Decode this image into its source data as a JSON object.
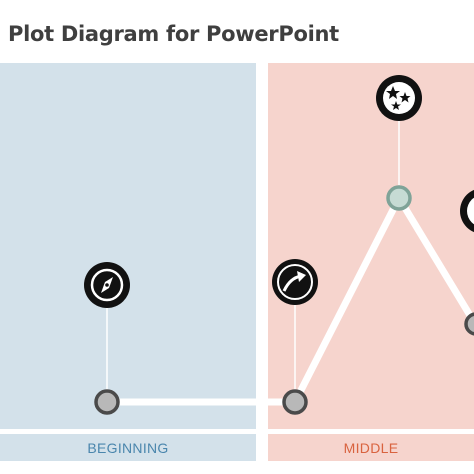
{
  "title": "Plot Diagram for PowerPoint",
  "stages": [
    {
      "label": "BEGINNING",
      "color": "#4a86ad",
      "panel_color": "#d3e1ea"
    },
    {
      "label": "MIDDLE",
      "color": "#d9633f",
      "panel_color": "#f6d4cd"
    }
  ],
  "icons": [
    "compass-icon",
    "arrow-curve-icon",
    "stars-icon"
  ],
  "line_color": "#ffffff",
  "node_color": "#555555",
  "peak_node_color": "#7fa398"
}
